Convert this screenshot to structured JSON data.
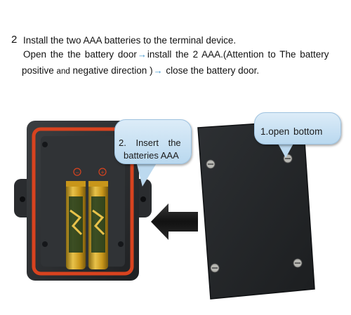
{
  "instructions": {
    "step_number": "2",
    "line1": "Install the two AAA batteries to the terminal device.",
    "line2_part1": "Open the the battery door",
    "arrow_symbol": "→",
    "line2_part2": "install the 2 AAA.(Attention to The battery",
    "line3_part1": "positive",
    "line3_and": "and",
    "line3_part2": "negative direction )",
    "line3_part3": "close the battery door."
  },
  "callouts": {
    "insert_line1": "2. Insert the",
    "insert_line2": "batteries AAA",
    "open_bottom": "1.open bottom"
  },
  "battery_labels": {
    "minus": "−",
    "plus": "+"
  },
  "colors": {
    "arrow_accent": "#3a90c8",
    "device_body": "#2f3235",
    "gasket": "#d8431f",
    "battery_gold": "#d4a21a",
    "battery_green": "#1d3a1d",
    "callout_fill": "#c8e0f2"
  }
}
